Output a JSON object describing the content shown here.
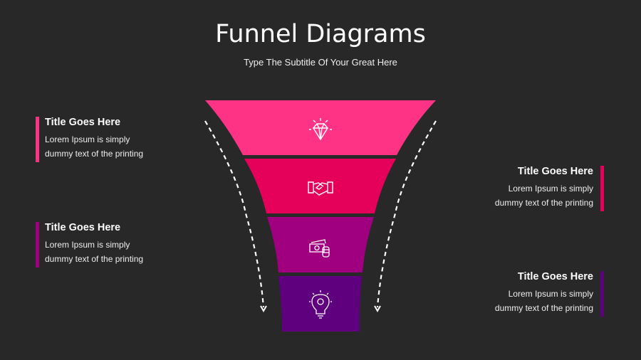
{
  "header": {
    "title": "Funnel Diagrams",
    "subtitle": "Type The Subtitle Of Your Great Here"
  },
  "funnel": {
    "stages": [
      {
        "icon": "diamond-icon",
        "color": "#ff3385"
      },
      {
        "icon": "handshake-icon",
        "color": "#e5005a"
      },
      {
        "icon": "money-icon",
        "color": "#a0007f"
      },
      {
        "icon": "lightbulb-gear-icon",
        "color": "#5f007f"
      }
    ]
  },
  "blocks": [
    {
      "title": "Title Goes Here",
      "line1": "Lorem Ipsum is simply",
      "line2": "dummy text of the printing",
      "color": "#ff3385"
    },
    {
      "title": "Title Goes Here",
      "line1": "Lorem Ipsum is simply",
      "line2": "dummy text of the printing",
      "color": "#a0007f"
    },
    {
      "title": "Title Goes Here",
      "line1": "Lorem Ipsum is simply",
      "line2": "dummy text of the printing",
      "color": "#e5005a"
    },
    {
      "title": "Title Goes Here",
      "line1": "Lorem Ipsum is simply",
      "line2": "dummy text of the printing",
      "color": "#5f007f"
    }
  ]
}
